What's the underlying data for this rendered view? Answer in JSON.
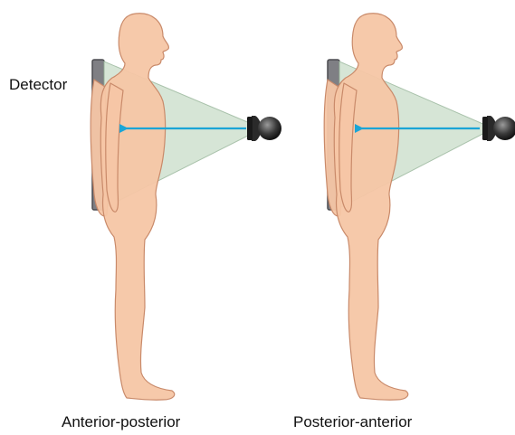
{
  "labels": {
    "detector": "Detector",
    "left_view": "Anterior-posterior",
    "right_view": "Posterior-anterior"
  },
  "colors": {
    "skin": "#f6c6a5",
    "skin_outline": "#c98a6a",
    "detector_plate": "#7f7f84",
    "beam_fill": "#cfe0cf",
    "beam_edge": "#a9c2ab",
    "xray_arrow": "#1aa5d6",
    "source_body": "#2a2a2a"
  },
  "icons": [
    "human-figure-icon",
    "detector-plate-icon",
    "xray-source-icon",
    "xray-beam-arrow-icon"
  ]
}
